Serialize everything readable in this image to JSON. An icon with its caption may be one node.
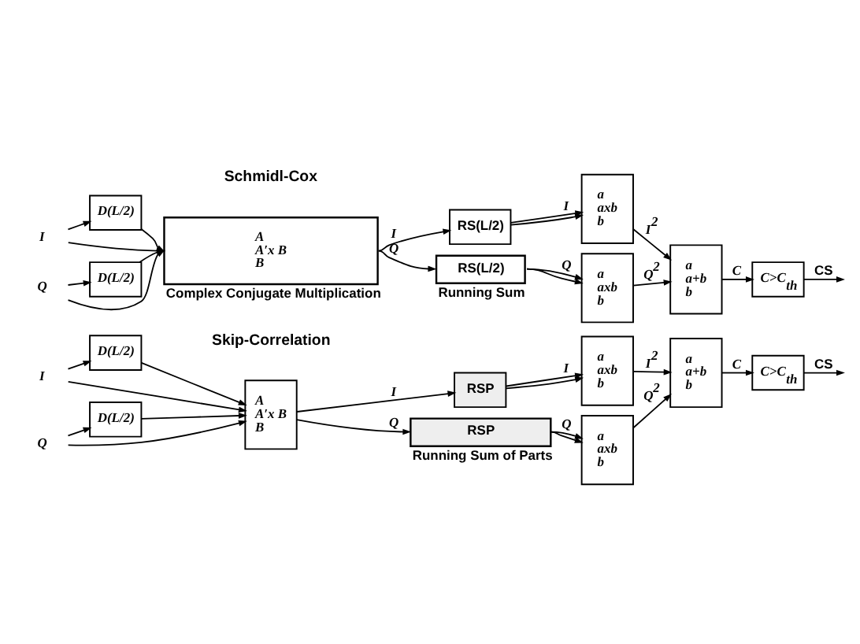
{
  "diagram": {
    "nodes": [
      {
        "text": [
          "I"
        ]
      },
      {
        "text": [
          "Q"
        ]
      },
      {
        "text": [
          "D(L/2)"
        ]
      },
      {
        "text": [
          "D(L/2)"
        ]
      },
      {
        "text": [
          "A",
          "A′x B",
          "B"
        ],
        "beside": [
          "Complex Conjugate Multiplication"
        ]
      },
      {
        "text": [
          "RS(L/2)"
        ]
      },
      {
        "text": [
          "RS(L/2)"
        ],
        "beside": [
          "Running Sum"
        ]
      },
      {
        "text": [
          "a",
          "axb",
          "b"
        ]
      },
      {
        "text": [
          "a",
          "axb",
          "b"
        ]
      },
      {
        "text": [
          "a",
          "a+b",
          "b"
        ]
      },
      {
        "text": [
          "C>C$_{th}$"
        ]
      },
      {
        "text": [
          "I"
        ]
      },
      {
        "text": [
          "Q"
        ]
      },
      {
        "text": [
          "D(L/2)"
        ]
      },
      {
        "text": [
          "D(L/2)"
        ]
      },
      {
        "text": [
          "A",
          "A′x B",
          "B"
        ]
      },
      {
        "text": [
          "RSP"
        ]
      },
      {
        "text": [
          "RSP"
        ],
        "beside": [
          "Running Sum of Parts"
        ]
      },
      {
        "text": [
          "a",
          "axb",
          "b"
        ]
      },
      {
        "text": [
          "a",
          "axb",
          "b"
        ]
      },
      {
        "text": [
          "a",
          "a+b",
          "b"
        ]
      },
      {
        "text": [
          "C>C$_{th}$"
        ]
      }
    ],
    "edges": [
      {
        "from": 0,
        "to": 4,
        "arrow": "to"
      },
      {
        "from": 0,
        "to": 2,
        "arrow": "to"
      },
      {
        "from": 1,
        "to": 4,
        "arrow": "to"
      },
      {
        "from": 1,
        "to": 3,
        "arrow": "to"
      },
      {
        "from": 2,
        "to": 4,
        "arrow": "to"
      },
      {
        "from": 3,
        "to": 4,
        "arrow": "to"
      },
      {
        "from": 4,
        "to": 5,
        "arrow": "to",
        "label": "I"
      },
      {
        "from": 4,
        "to": 6,
        "arrow": "to",
        "label": "Q"
      },
      {
        "from": 5,
        "to": 7,
        "arrow": "to",
        "label": "I"
      },
      {
        "from": 5,
        "to": 7,
        "arrow": "to"
      },
      {
        "from": 6,
        "to": 8,
        "arrow": "to",
        "label": "Q"
      },
      {
        "from": 6,
        "to": 8,
        "arrow": "to"
      },
      {
        "from": 7,
        "to": 9,
        "arrow": "to",
        "label": "I$^{2}$"
      },
      {
        "from": 8,
        "to": 9,
        "arrow": "to",
        "label": "Q$^{2}$"
      },
      {
        "from": 9,
        "to": 10,
        "arrow": "to",
        "label": "C"
      },
      {
        "from": 10,
        "to": null,
        "arrow": "to",
        "label": "CS"
      },
      {
        "from": 11,
        "to": 15,
        "arrow": "to"
      },
      {
        "from": 11,
        "to": 13,
        "arrow": "to"
      },
      {
        "from": 12,
        "to": 15,
        "arrow": "to"
      },
      {
        "from": 12,
        "to": 14,
        "arrow": "to"
      },
      {
        "from": 13,
        "to": 15,
        "arrow": "to"
      },
      {
        "from": 14,
        "to": 15,
        "arrow": "to"
      },
      {
        "from": 15,
        "to": 16,
        "arrow": "to",
        "label": "I"
      },
      {
        "from": 15,
        "to": 17,
        "arrow": "to",
        "label": "Q"
      },
      {
        "from": 16,
        "to": 18,
        "arrow": "to",
        "label": "I"
      },
      {
        "from": 16,
        "to": 18,
        "arrow": "to"
      },
      {
        "from": 17,
        "to": 19,
        "arrow": "to",
        "label": "Q"
      },
      {
        "from": 17,
        "to": 19,
        "arrow": "to"
      },
      {
        "from": 18,
        "to": 20,
        "arrow": "to",
        "label": "I$^{2}$"
      },
      {
        "from": 19,
        "to": 20,
        "arrow": "to",
        "label": "Q$^{2}$"
      },
      {
        "from": 20,
        "to": 21,
        "arrow": "to",
        "label": "C"
      },
      {
        "from": 21,
        "to": null,
        "arrow": "to",
        "label": "CS"
      }
    ],
    "labels": [
      "Schmidl-Cox",
      "Skip-Correlation"
    ]
  }
}
